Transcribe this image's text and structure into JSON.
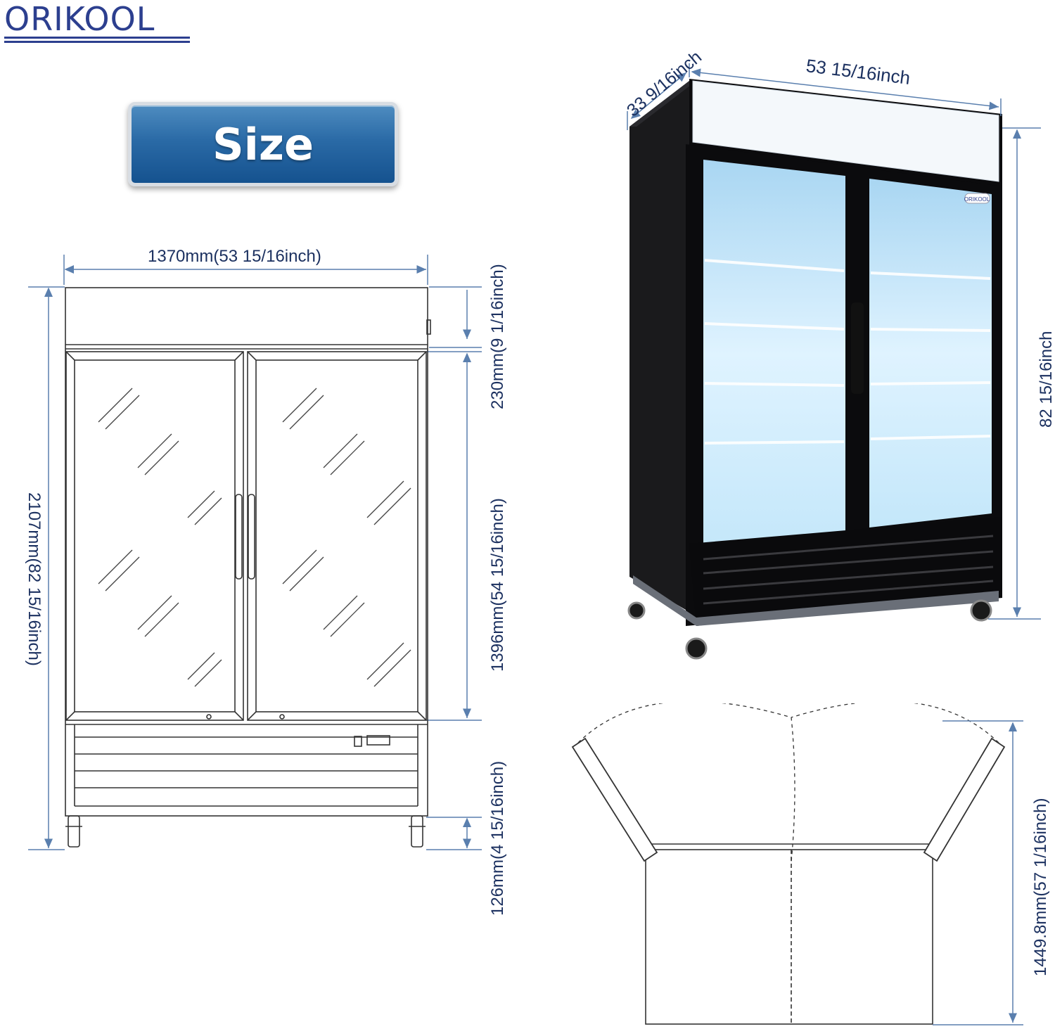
{
  "brand": {
    "logo_text": "ORIKOOL",
    "color": "#2c3f8f"
  },
  "badge": {
    "label": "Size"
  },
  "front_drawing": {
    "width_label": "1370mm(53 15/16inch)",
    "total_height_label": "2107mm(82 15/16inch)",
    "canopy_height_label": "230mm(9 1/16inch)",
    "door_height_label": "1396mm(54 15/16inch)",
    "caster_height_label": "126mm(4 15/16inch)"
  },
  "photo": {
    "depth_label": "33 9/16inch",
    "width_label": "53 15/16inch",
    "height_label": "82 15/16inch",
    "door_badge": "ORIKOOL"
  },
  "top_view": {
    "open_depth_label": "1449.8mm(57 1/16inch)"
  },
  "colors": {
    "dimension_text": "#1c3160",
    "dimension_line": "#5a7fae",
    "cabinet": "#0c0c0e",
    "glass": "#bfe6ff"
  }
}
